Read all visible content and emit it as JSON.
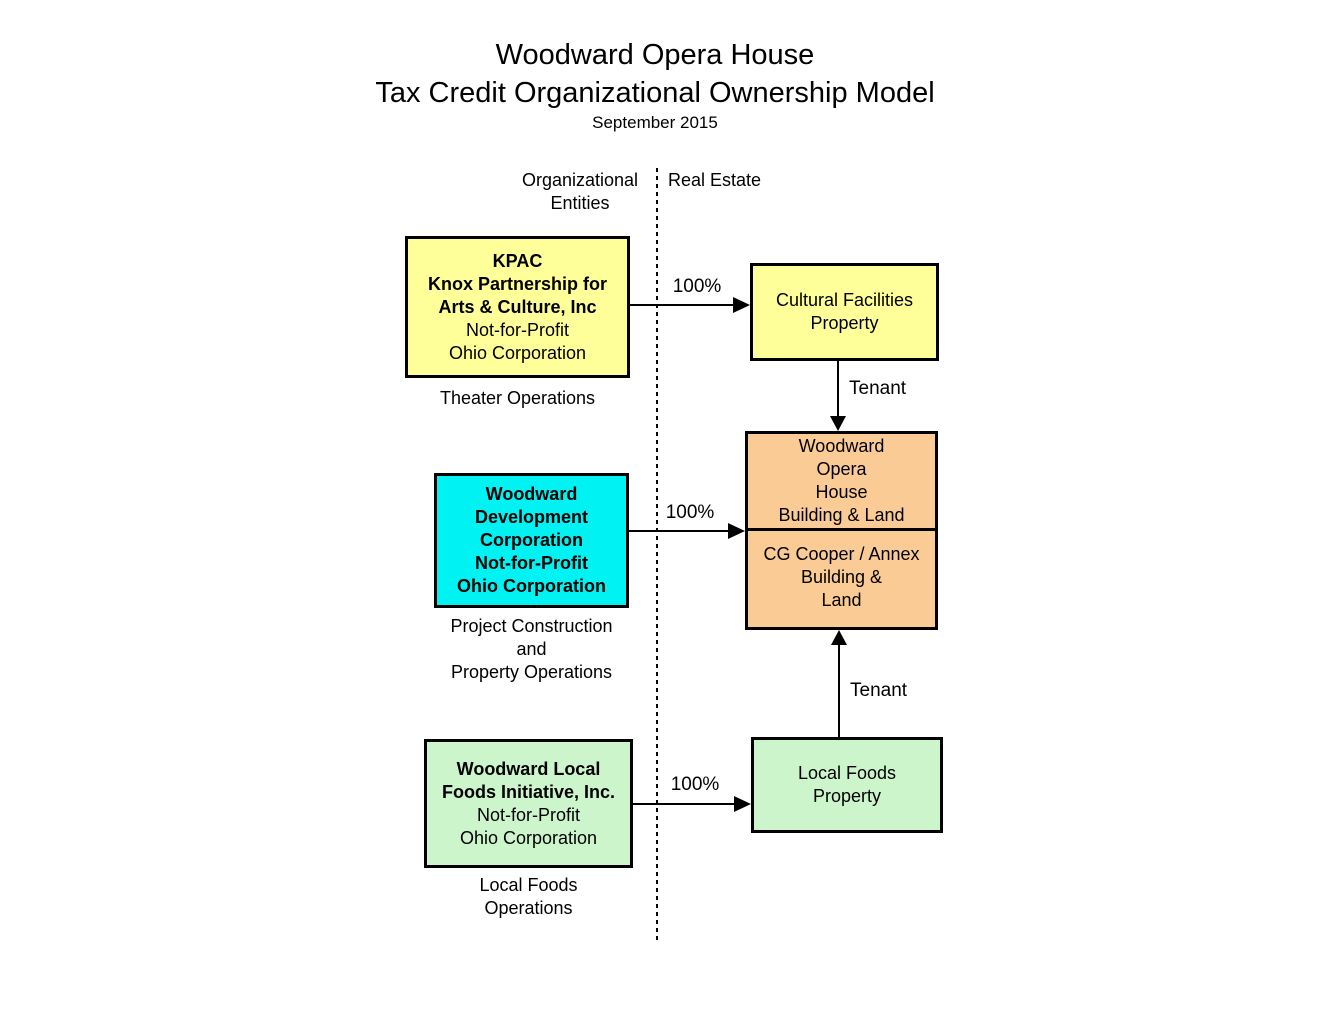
{
  "title": {
    "line1": "Woodward Opera House",
    "line2": "Tax Credit Organizational Ownership Model",
    "date": "September 2015"
  },
  "columns": {
    "left_header_line1": "Organizational",
    "left_header_line2": "Entities",
    "right_header": "Real Estate"
  },
  "colors": {
    "yellow": "#FFFF99",
    "cyan": "#00F2F2",
    "orange": "#FACB94",
    "green": "#CCF5CC",
    "line": "#000000"
  },
  "entities": {
    "kpac": {
      "line1": "KPAC",
      "line2": "Knox Partnership for",
      "line3": "Arts & Culture, Inc",
      "line4": "Not-for-Profit",
      "line5": "Ohio Corporation",
      "caption": "Theater Operations"
    },
    "wdc": {
      "line1": "Woodward",
      "line2": "Development",
      "line3": "Corporation",
      "line4": "Not-for-Profit",
      "line5": "Ohio Corporation",
      "caption_line1": "Project Construction",
      "caption_line2": "and",
      "caption_line3": "Property Operations"
    },
    "wlfi": {
      "line1": "Woodward Local",
      "line2": "Foods Initiative, Inc.",
      "line3": "Not-for-Profit",
      "line4": "Ohio Corporation",
      "caption_line1": "Local Foods",
      "caption_line2": "Operations"
    }
  },
  "real_estate": {
    "cultural": {
      "line1": "Cultural Facilities",
      "line2": "Property"
    },
    "opera": {
      "line1": "Woodward",
      "line2": "Opera",
      "line3": "House",
      "line4": "Building & Land"
    },
    "cooper": {
      "line1": "CG Cooper / Annex",
      "line2": "Building &",
      "line3": "Land"
    },
    "local_foods": {
      "line1": "Local Foods",
      "line2": "Property"
    }
  },
  "labels": {
    "pct_kpac": "100%",
    "pct_wdc": "100%",
    "pct_wlfi": "100%",
    "tenant_top": "Tenant",
    "tenant_bottom": "Tenant"
  }
}
